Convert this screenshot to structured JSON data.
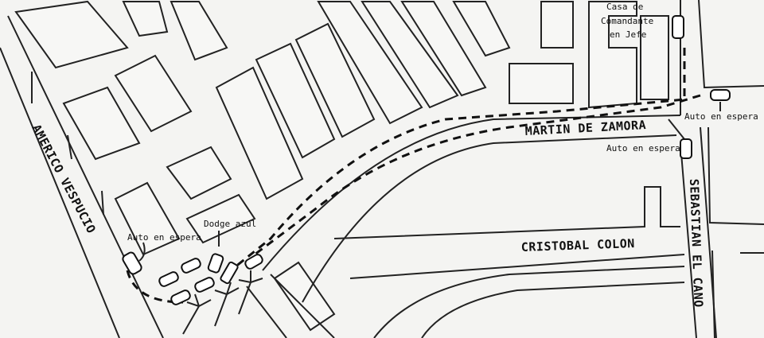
{
  "streets": {
    "americo_vespucio": "AMERICO VESPUCIO",
    "martin_de_zamora": "MARTIN DE ZAMORA",
    "cristobal_colon": "CRISTOBAL COLON",
    "sebastian_el_cano": "SEBASTIAN EL CANO"
  },
  "annotations": {
    "house": [
      "Casa de",
      "Comandante",
      "en Jefe"
    ],
    "car_waiting_1": "Auto en espera",
    "car_waiting_2": "Auto en espera",
    "car_waiting_3": "Auto en espera",
    "dodge": "Dodge azul"
  }
}
